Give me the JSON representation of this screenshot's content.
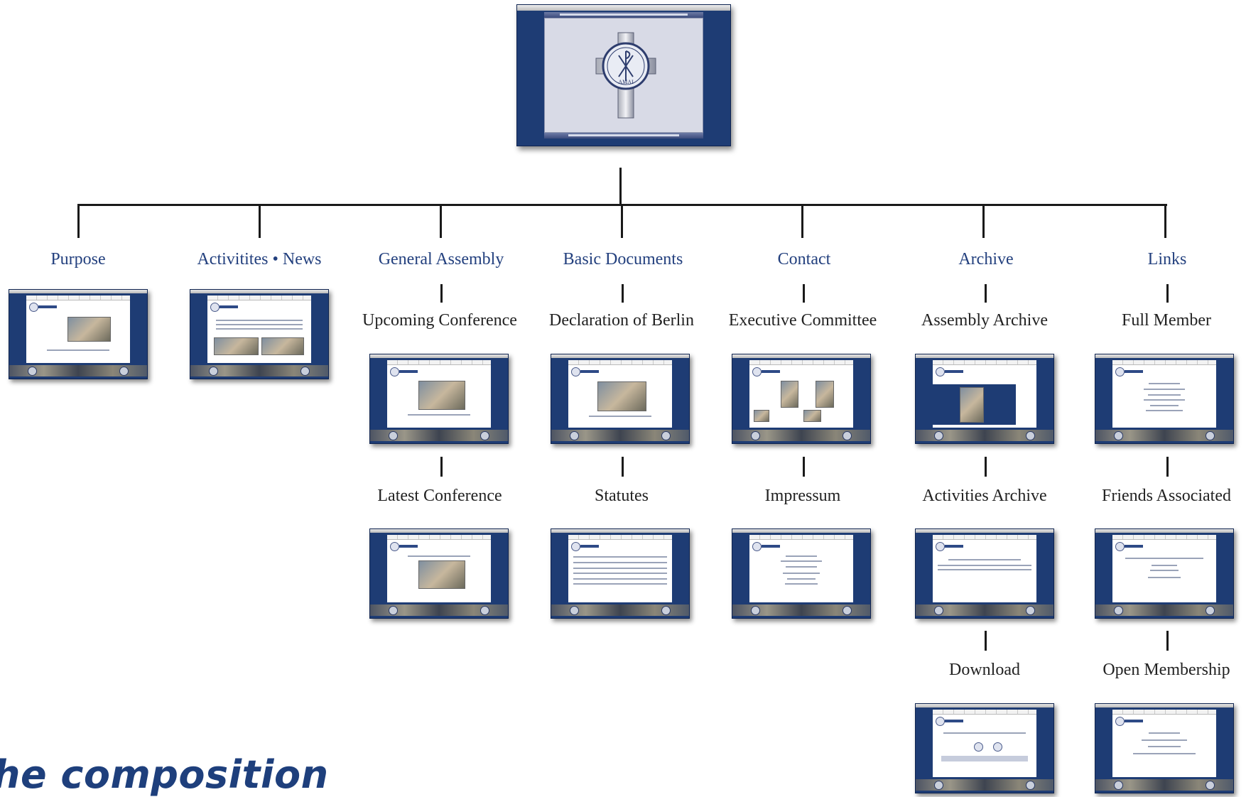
{
  "root": {
    "name": "home-page"
  },
  "categories": [
    {
      "title": "Purpose",
      "children": []
    },
    {
      "title": "Activitites • News",
      "children": []
    },
    {
      "title": "General Assembly",
      "children": [
        "Upcoming Conference",
        "Latest Conference"
      ]
    },
    {
      "title": "Basic Documents",
      "children": [
        "Declaration of Berlin",
        "Statutes"
      ]
    },
    {
      "title": "Contact",
      "children": [
        "Executive Committee",
        "Impressum"
      ]
    },
    {
      "title": "Archive",
      "children": [
        "Assembly Archive",
        "Activities Archive",
        "Download"
      ]
    },
    {
      "title": "Links",
      "children": [
        "Full Member",
        "Friends Associated",
        "Open Membership"
      ]
    }
  ],
  "footer_text": "he composition",
  "colors": {
    "title": "#23407e",
    "frame": "#1e3c74",
    "line": "#1a1a1a"
  }
}
